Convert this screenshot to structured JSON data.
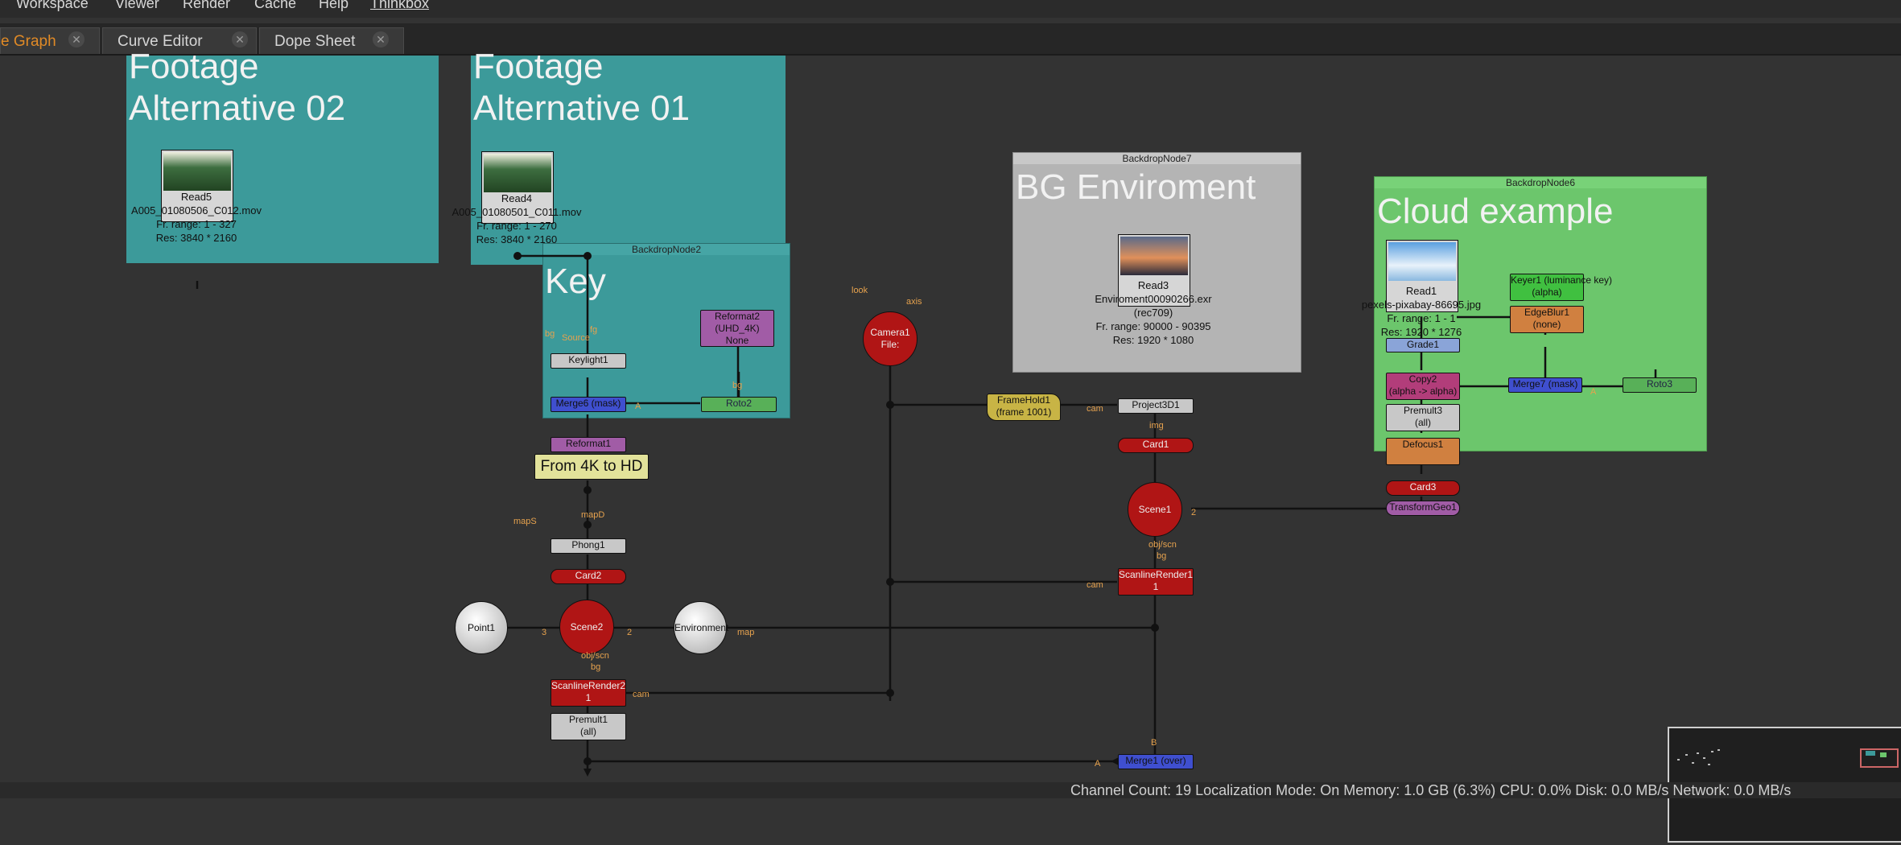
{
  "menu": [
    "Workspace",
    "Viewer",
    "Render",
    "Cache",
    "Help",
    "Thinkbox"
  ],
  "tabs": [
    {
      "label": "e Graph",
      "active": true
    },
    {
      "label": "Curve Editor",
      "active": false
    },
    {
      "label": "Dope Sheet",
      "active": false
    }
  ],
  "backdrops": {
    "footage02": {
      "label_line1": "Footage",
      "label_line2": "Alternative 02",
      "color": "#3c9a9a"
    },
    "footage01": {
      "label_line1": "Footage",
      "label_line2": "Alternative 01",
      "color": "#3c9a9a"
    },
    "key": {
      "title": "BackdropNode2",
      "label": "Key",
      "color": "#3c9a9a"
    },
    "bg": {
      "title": "BackdropNode7",
      "label": "BG Enviroment",
      "color": "#b4b4b4"
    },
    "cloud": {
      "title": "BackdropNode6",
      "label": "Cloud example",
      "color": "#6cc66c"
    }
  },
  "reads": {
    "read5": {
      "name": "Read5",
      "file": "A005_01080506_C012.mov",
      "range": "Fr. range: 1 - 327",
      "res": "Res: 3840 * 2160"
    },
    "read4": {
      "name": "Read4",
      "file": "A005_01080501_C011.mov",
      "range": "Fr. range: 1 - 270",
      "res": "Res: 3840 * 2160"
    },
    "read3": {
      "name": "Read3",
      "file": "Enviroment00090266.exr",
      "extra": "(rec709)",
      "range": "Fr. range: 90000 - 90395",
      "res": "Res: 1920 * 1080"
    },
    "read1": {
      "name": "Read1",
      "file": "pexels-pixabay-86695.jpg",
      "range": "Fr. range: 1 - 1",
      "res": "Res: 1920 * 1276"
    }
  },
  "nodes": {
    "keylight1": "Keylight1",
    "merge6": "Merge6 (mask)",
    "reformat2": "Reformat2",
    "reformat2_sub1": "(UHD_4K)",
    "reformat2_sub2": "None",
    "roto2": "Roto2",
    "reformat1": "Reformat1",
    "sticky": "From 4K to HD",
    "phong1": "Phong1",
    "card2": "Card2",
    "scene2": "Scene2",
    "point1": "Point1",
    "environment": "Environment",
    "scanline2": "ScanlineRender2",
    "scanline2_sub": "1",
    "premult1": "Premult1",
    "premult1_sub": "(all)",
    "camera1": "Camera1",
    "camera1_sub": "File:",
    "framehold1": "FrameHold1",
    "framehold1_sub": "(frame 1001)",
    "project3d1": "Project3D1",
    "card1": "Card1",
    "scene1": "Scene1",
    "scanline1": "ScanlineRender1",
    "scanline1_sub": "1",
    "merge1": "Merge1 (over)",
    "keyer1": "Keyer1 (luminance key)",
    "keyer1_sub": "(alpha)",
    "edgeblur1": "EdgeBlur1",
    "edgeblur1_sub": "(none)",
    "grade1": "Grade1",
    "copy2": "Copy2",
    "copy2_sub": "(alpha -> alpha)",
    "merge7": "Merge7 (mask)",
    "roto3": "Roto3",
    "premult3": "Premult3",
    "premult3_sub": "(all)",
    "defocus1": "Defocus1",
    "card3": "Card3",
    "transformgeo1": "TransformGeo1"
  },
  "ports": {
    "bg": "bg",
    "fg": "fg",
    "source": "Source",
    "a": "A",
    "b": "B",
    "look": "look",
    "axis": "axis",
    "cam": "cam",
    "img": "img",
    "obj_scn": "obj/scn",
    "map": "map",
    "mapS": "mapS",
    "mapD": "mapD",
    "n1": "1",
    "n2": "2",
    "n3": "3"
  },
  "status": "Channel Count: 19  Localization Mode: On  Memory: 1.0 GB (6.3%)  CPU: 0.0%  Disk: 0.0 MB/s  Network: 0.0 MB/s",
  "colors": {
    "teal_backdrop": "#3c9a9a",
    "grey_backdrop": "#b4b4b4",
    "green_backdrop": "#6cc66c",
    "active_tab": "#e08a26",
    "node_red": "#b01515",
    "node_merge": "#3f4fcf",
    "node_purple": "#a15ca6",
    "node_grey": "#c8c8c8"
  }
}
